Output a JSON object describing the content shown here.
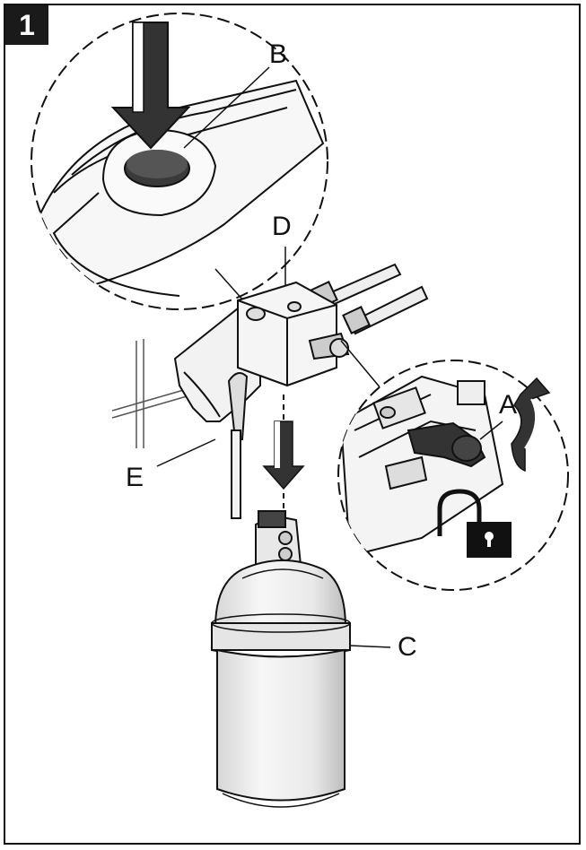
{
  "step": {
    "number": "1"
  },
  "labels": {
    "a": "A",
    "b": "B",
    "c": "C",
    "d": "D",
    "e": "E"
  },
  "icons": {
    "press": "down-arrow-icon",
    "lower": "dashed-down-arrow-icon",
    "rotate": "curved-arrow-icon",
    "unlock": "open-padlock-icon"
  },
  "colors": {
    "line": "#111111",
    "fill_light": "#f2f2f2",
    "fill_mid": "#cfcfcf",
    "fill_dark": "#333333",
    "badge": "#1a1a1a"
  }
}
